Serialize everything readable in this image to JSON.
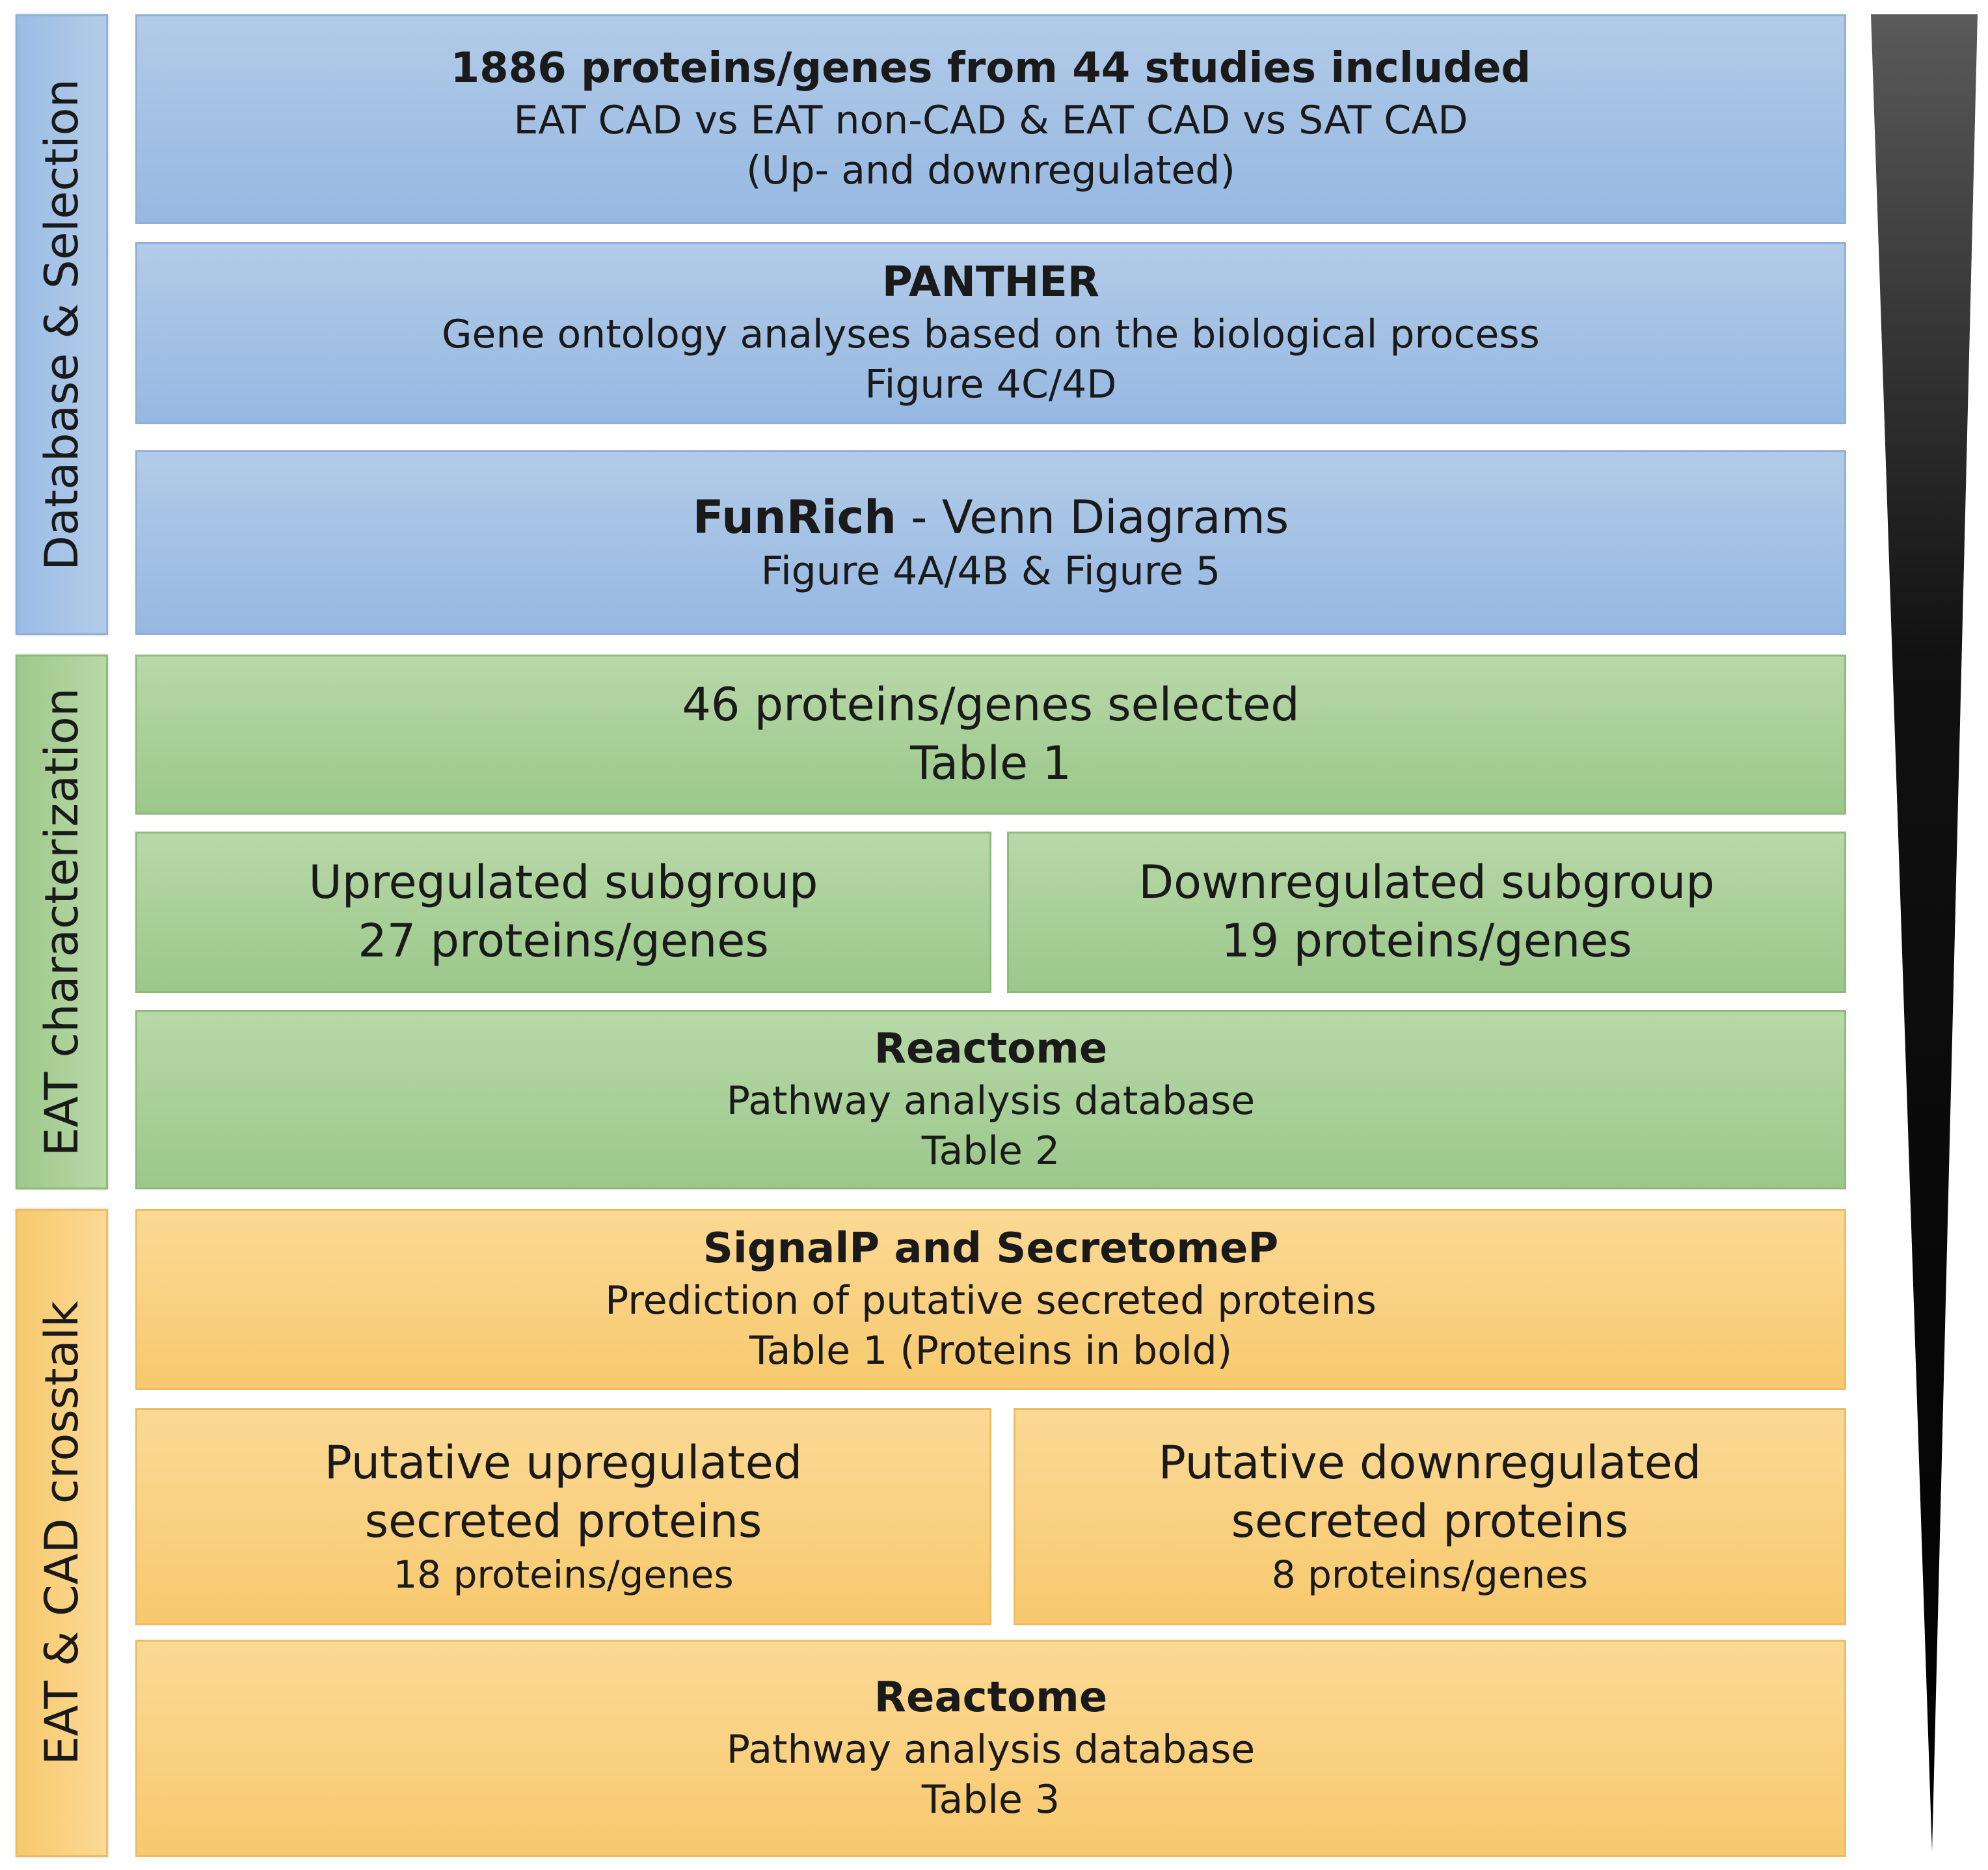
{
  "sections": {
    "database_selection": "Database & Selection",
    "eat_characterization": "EAT characterization",
    "eat_cad_crosstalk": "EAT & CAD crosstalk"
  },
  "step1": {
    "title": "1886 proteins/genes from 44 studies included",
    "line2": "EAT CAD vs EAT non-CAD & EAT CAD vs SAT CAD",
    "line3": "(Up- and downregulated)"
  },
  "step2": {
    "title": "PANTHER",
    "line2": "Gene ontology analyses based on the biological process",
    "line3": "Figure 4C/4D"
  },
  "step3": {
    "title_bold": "FunRich",
    "title_rest": " - Venn Diagrams",
    "line2": "Figure 4A/4B & Figure 5"
  },
  "step4": {
    "line1": "46 proteins/genes selected",
    "line2": "Table 1"
  },
  "step5": {
    "up_line1": "Upregulated subgroup",
    "up_line2": "27 proteins/genes",
    "down_line1": "Downregulated subgroup",
    "down_line2": "19 proteins/genes"
  },
  "step6": {
    "title": "Reactome",
    "line2": "Pathway analysis database",
    "line3": "Table 2"
  },
  "step7": {
    "title": "SignalP and SecretomeP",
    "line2": "Prediction of putative secreted proteins",
    "line3": "Table 1 (Proteins in bold)"
  },
  "step8": {
    "up_line1": "Putative upregulated",
    "up_line2": "secreted proteins",
    "up_line3": "18 proteins/genes",
    "down_line1": "Putative downregulated",
    "down_line2": "secreted proteins",
    "down_line3": "8 proteins/genes"
  },
  "step9": {
    "title": "Reactome",
    "line2": "Pathway analysis database",
    "line3": "Table 3"
  },
  "colors": {
    "blue": "#9dbde4",
    "green": "#a7d096",
    "orange": "#f9cd78",
    "wedge": "#000000"
  }
}
